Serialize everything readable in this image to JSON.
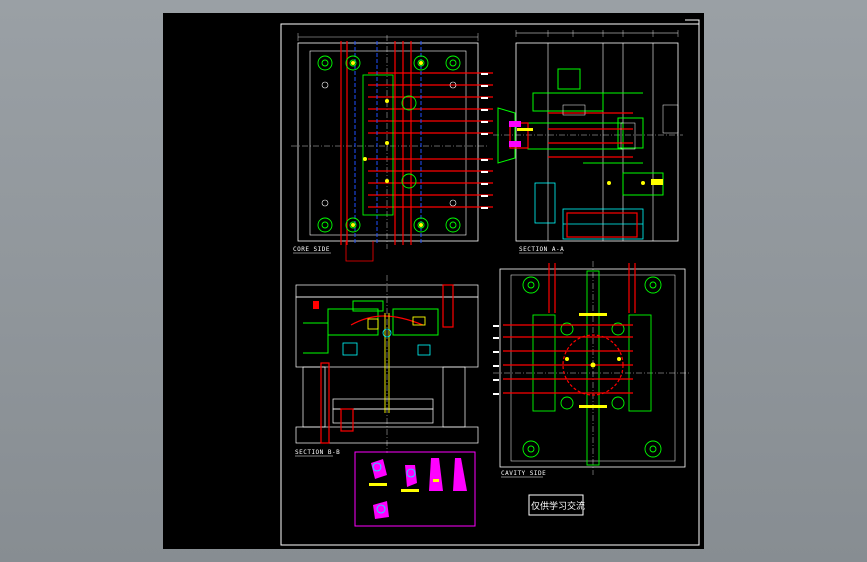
{
  "views": {
    "core_side": "CORE SIDE",
    "section_aa": "SECTION A-A",
    "section_bb": "SECTION B-B",
    "cavity_side": "CAVITY SIDE"
  },
  "stamp": "仅供学习交流",
  "colors": {
    "background": "#000000",
    "outline": "#ffffff",
    "primary": "#ff0000",
    "secondary": "#00ff00",
    "accent": "#ffff00",
    "highlight": "#ff00ff",
    "detail": "#00ffff",
    "dim": "#0000ff"
  }
}
